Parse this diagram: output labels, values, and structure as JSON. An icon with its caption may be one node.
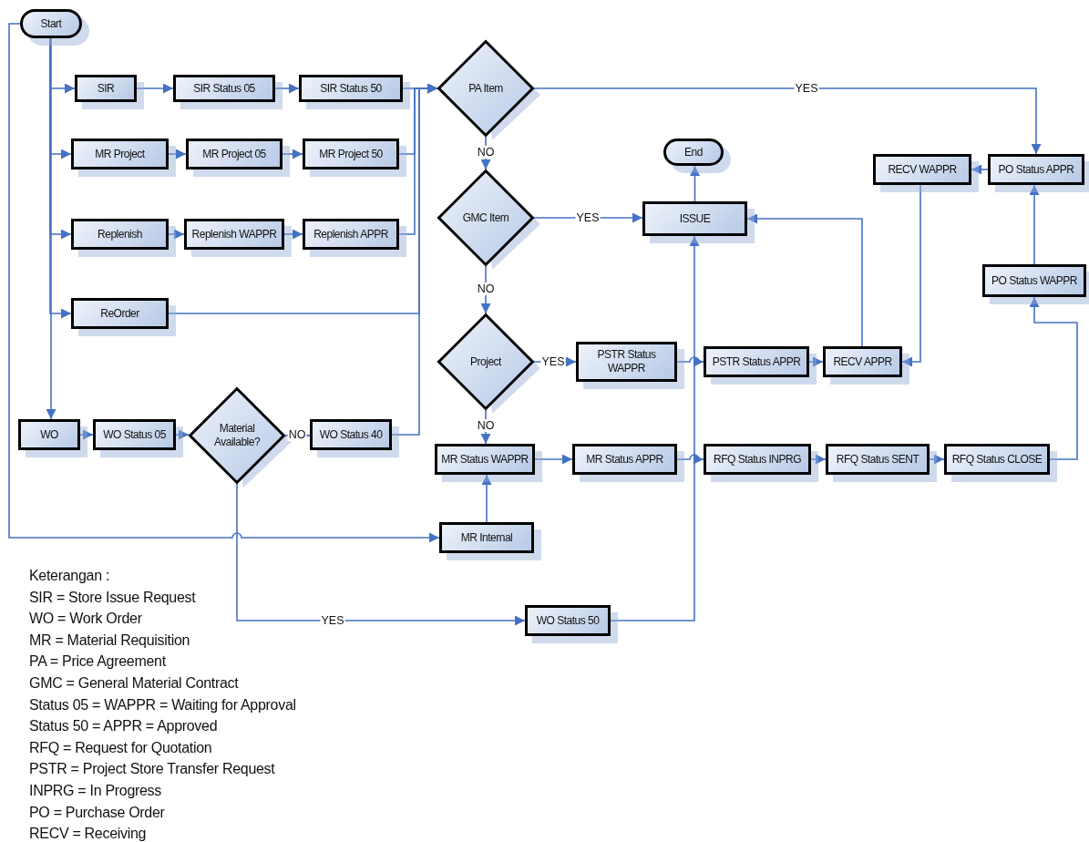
{
  "diagram": {
    "nodes": [
      {
        "text": [
          "Start"
        ]
      },
      {
        "text": [
          "SIR"
        ]
      },
      {
        "text": [
          "SIR Status 05"
        ]
      },
      {
        "text": [
          "SIR Status 50"
        ]
      },
      {
        "text": [
          "PA Item"
        ]
      },
      {
        "text": [
          "MR Project"
        ]
      },
      {
        "text": [
          "MR Project 05"
        ]
      },
      {
        "text": [
          "MR Project 50"
        ]
      },
      {
        "text": [
          "GMC Item"
        ]
      },
      {
        "text": [
          "Replenish"
        ]
      },
      {
        "text": [
          "Replenish WAPPR"
        ]
      },
      {
        "text": [
          "Replenish APPR"
        ]
      },
      {
        "text": [
          "ReOrder"
        ]
      },
      {
        "text": [
          "WO"
        ]
      },
      {
        "text": [
          "WO Status 05"
        ]
      },
      {
        "text": [
          "Material Available?"
        ]
      },
      {
        "text": [
          "WO Status 40"
        ]
      },
      {
        "text": [
          "Project"
        ]
      },
      {
        "text": [
          "PSTR Status WAPPR"
        ]
      },
      {
        "text": [
          "PSTR Status APPR"
        ]
      },
      {
        "text": [
          "RECV APPR"
        ]
      },
      {
        "text": [
          "MR Status WAPPR"
        ]
      },
      {
        "text": [
          "MR Status APPR"
        ]
      },
      {
        "text": [
          "RFQ Status INPRG"
        ]
      },
      {
        "text": [
          "RFQ Status SENT"
        ]
      },
      {
        "text": [
          "RFQ Status CLOSE"
        ]
      },
      {
        "text": [
          "MR Internal"
        ]
      },
      {
        "text": [
          "WO Status 50"
        ]
      },
      {
        "text": [
          "End"
        ]
      },
      {
        "text": [
          "ISSUE"
        ]
      },
      {
        "text": [
          "RECV WAPPR"
        ]
      },
      {
        "text": [
          "PO Status APPR"
        ]
      },
      {
        "text": [
          "PO Status WAPPR"
        ]
      }
    ],
    "edges": [
      {
        "from": 0,
        "to": 1,
        "arrow": "to"
      },
      {
        "from": 0,
        "to": 5,
        "arrow": "to"
      },
      {
        "from": 0,
        "to": 9,
        "arrow": "to"
      },
      {
        "from": 0,
        "to": 12,
        "arrow": "to"
      },
      {
        "from": 0,
        "to": 13,
        "arrow": "to"
      },
      {
        "from": 0,
        "to": 26,
        "arrow": "to"
      },
      {
        "from": 1,
        "to": 2,
        "arrow": "to"
      },
      {
        "from": 2,
        "to": 3,
        "arrow": "to"
      },
      {
        "from": 3,
        "to": 4,
        "arrow": "to"
      },
      {
        "from": 5,
        "to": 6,
        "arrow": "to"
      },
      {
        "from": 6,
        "to": 7,
        "arrow": "to"
      },
      {
        "from": 7,
        "to": 4,
        "arrow": "to"
      },
      {
        "from": 9,
        "to": 10,
        "arrow": "to"
      },
      {
        "from": 10,
        "to": 11,
        "arrow": "to"
      },
      {
        "from": 11,
        "to": 4,
        "arrow": "to"
      },
      {
        "from": 12,
        "to": 4,
        "arrow": "to"
      },
      {
        "from": 13,
        "to": 14,
        "arrow": "to"
      },
      {
        "from": 14,
        "to": 15,
        "arrow": "to"
      },
      {
        "from": 15,
        "to": 16,
        "arrow": "to",
        "label": "NO"
      },
      {
        "from": 16,
        "to": 4,
        "arrow": "to"
      },
      {
        "from": 15,
        "to": 27,
        "arrow": "to",
        "label": "YES"
      },
      {
        "from": 4,
        "to": 31,
        "arrow": "to",
        "label": "YES"
      },
      {
        "from": 4,
        "to": 8,
        "arrow": "to",
        "label": "NO"
      },
      {
        "from": 8,
        "to": 29,
        "arrow": "to",
        "label": "YES"
      },
      {
        "from": 8,
        "to": 17,
        "arrow": "to",
        "label": "NO"
      },
      {
        "from": 17,
        "to": 18,
        "arrow": "to",
        "label": "YES"
      },
      {
        "from": 17,
        "to": 21,
        "arrow": "to",
        "label": "NO"
      },
      {
        "from": 18,
        "to": 19,
        "arrow": "to"
      },
      {
        "from": 19,
        "to": 20,
        "arrow": "to"
      },
      {
        "from": 30,
        "to": 20,
        "arrow": "to"
      },
      {
        "from": 20,
        "to": 29,
        "arrow": "to"
      },
      {
        "from": 26,
        "to": 21,
        "arrow": "to"
      },
      {
        "from": 21,
        "to": 22,
        "arrow": "to"
      },
      {
        "from": 22,
        "to": 23,
        "arrow": "to"
      },
      {
        "from": 23,
        "to": 24,
        "arrow": "to"
      },
      {
        "from": 24,
        "to": 25,
        "arrow": "to"
      },
      {
        "from": 25,
        "to": 32,
        "arrow": "to"
      },
      {
        "from": 32,
        "to": 31,
        "arrow": "to"
      },
      {
        "from": 31,
        "to": 30,
        "arrow": "to"
      },
      {
        "from": 27,
        "to": 29,
        "arrow": "to"
      },
      {
        "from": 29,
        "to": 28,
        "arrow": "to"
      }
    ],
    "labels": [
      "Keterangan :",
      "SIR = Store Issue Request",
      "WO = Work Order",
      "MR = Material Requisition",
      "PA = Price Agreement",
      "GMC = General Material Contract",
      "Status 05 = WAPPR = Waiting for Approval",
      "Status 50 = APPR = Approved",
      "RFQ = Request for Quotation",
      "PSTR = Project Store Transfer Request",
      "INPRG = In Progress",
      "PO = Purchase Order",
      "RECV = Receiving"
    ]
  }
}
